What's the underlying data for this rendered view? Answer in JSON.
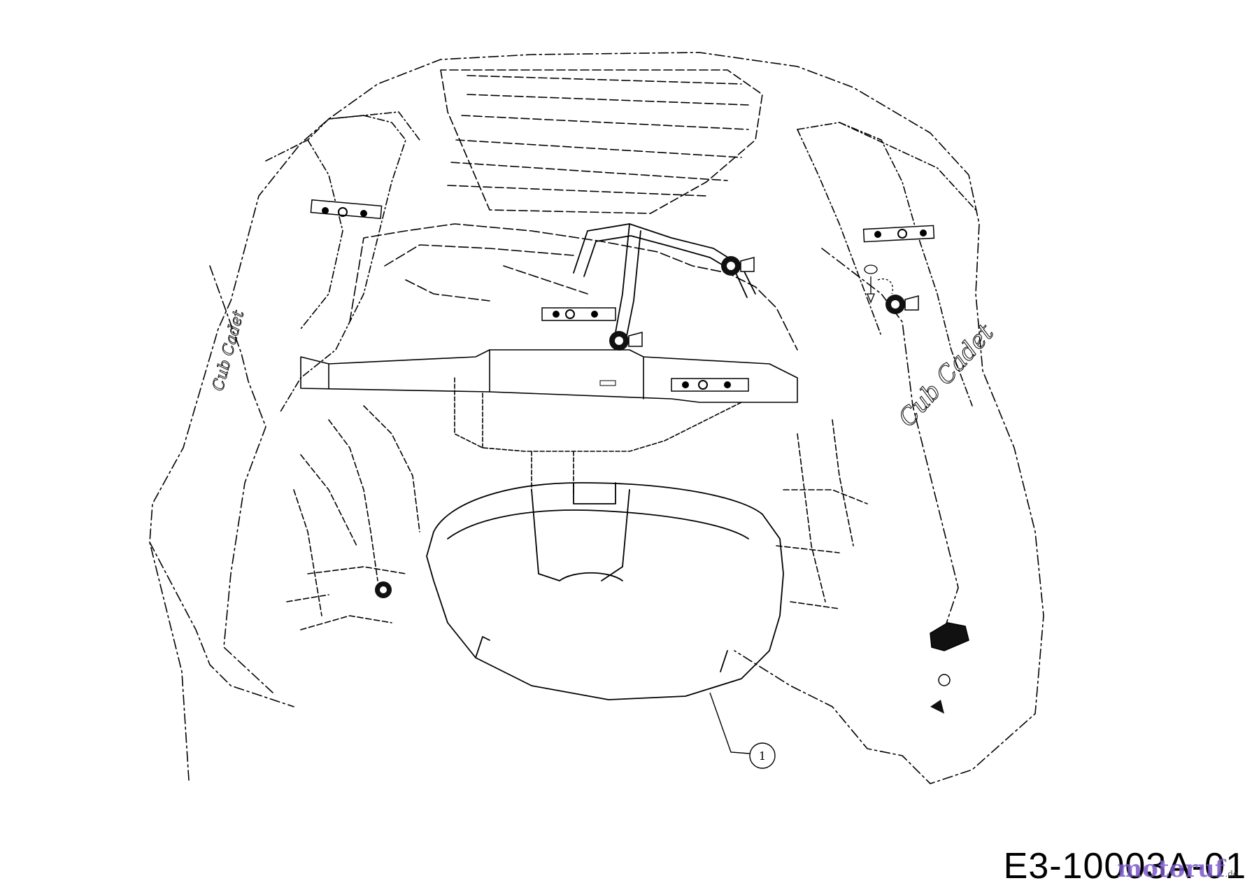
{
  "diagram": {
    "part_code": "E3-10003A-01",
    "watermark": {
      "name": "motoruf",
      "tld": ".de"
    },
    "brand_logo": "Cub Cadet",
    "callouts": [
      {
        "label": "1"
      }
    ]
  },
  "colors": {
    "line": "#000000",
    "background": "#ffffff",
    "watermark": "#7b58c9"
  }
}
